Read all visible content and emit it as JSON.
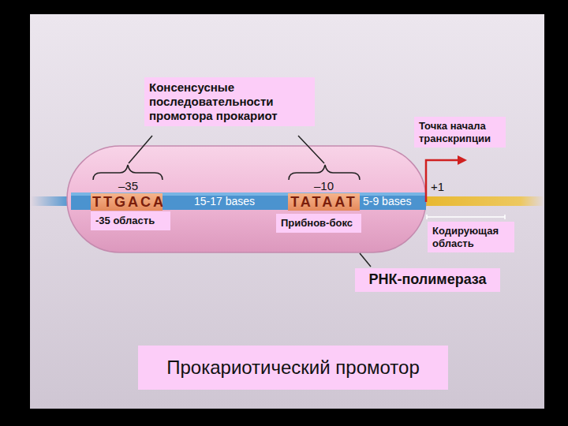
{
  "diagram": {
    "title": "Прокариотический промотор",
    "nodes": [
      {
        "text": [
          "Консенсусные последовательности промотора прокариот"
        ]
      },
      {
        "text": [
          "Точка начала транскрипции"
        ]
      },
      {
        "text": [
          "TTGACA"
        ]
      },
      {
        "text": [
          "TATAAT"
        ]
      },
      {
        "text": [
          "-35 область"
        ]
      },
      {
        "text": [
          "Прибнов-бокс"
        ]
      },
      {
        "text": [
          "Кодирующая область"
        ]
      },
      {
        "text": [
          "РНК-полимераза"
        ]
      }
    ],
    "labels": [
      "–35",
      "15-17 bases",
      "–10",
      "5-9 bases",
      "+1"
    ]
  }
}
